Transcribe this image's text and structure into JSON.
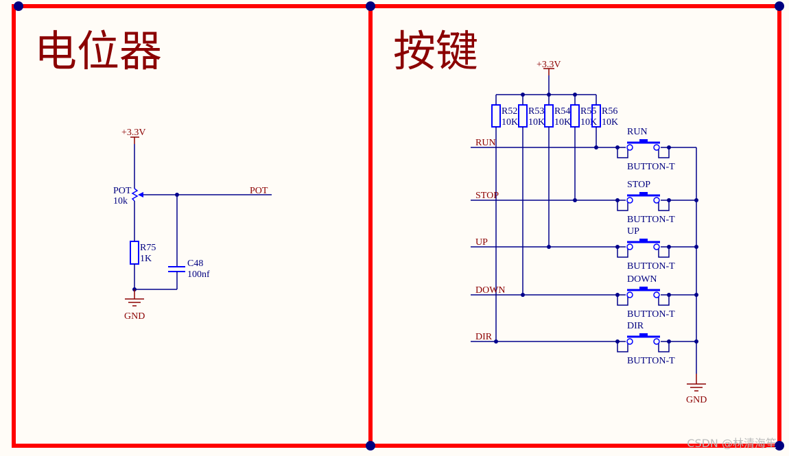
{
  "sections": {
    "left_title": "电位器",
    "right_title": "按键"
  },
  "potentiometer_circuit": {
    "power_label": "+3.3V",
    "pot_designator": "POT",
    "pot_value": "10k",
    "net_label": "POT",
    "resistor_designator": "R75",
    "resistor_value": "1K",
    "capacitor_designator": "C48",
    "capacitor_value": "100nf",
    "ground_label": "GND"
  },
  "button_circuit": {
    "power_label": "+3.3V",
    "ground_label": "GND",
    "resistors": [
      {
        "designator": "R52",
        "value": "10K"
      },
      {
        "designator": "R53",
        "value": "10K"
      },
      {
        "designator": "R54",
        "value": "10K"
      },
      {
        "designator": "R55",
        "value": "10K"
      },
      {
        "designator": "R56",
        "value": "10K"
      }
    ],
    "buttons": [
      {
        "net": "RUN",
        "name": "RUN",
        "type": "BUTTON-T"
      },
      {
        "net": "STOP",
        "name": "STOP",
        "type": "BUTTON-T"
      },
      {
        "net": "UP",
        "name": "UP",
        "type": "BUTTON-T"
      },
      {
        "net": "DOWN",
        "name": "DOWN",
        "type": "BUTTON-T"
      },
      {
        "net": "DIR",
        "name": "DIR",
        "type": "BUTTON-T"
      }
    ]
  },
  "watermark": "CSDN @林清海笙",
  "colors": {
    "border": "#ff0000",
    "wire": "#00008b",
    "component": "#0000ff",
    "label": "#8b0000",
    "text": "#000080"
  }
}
